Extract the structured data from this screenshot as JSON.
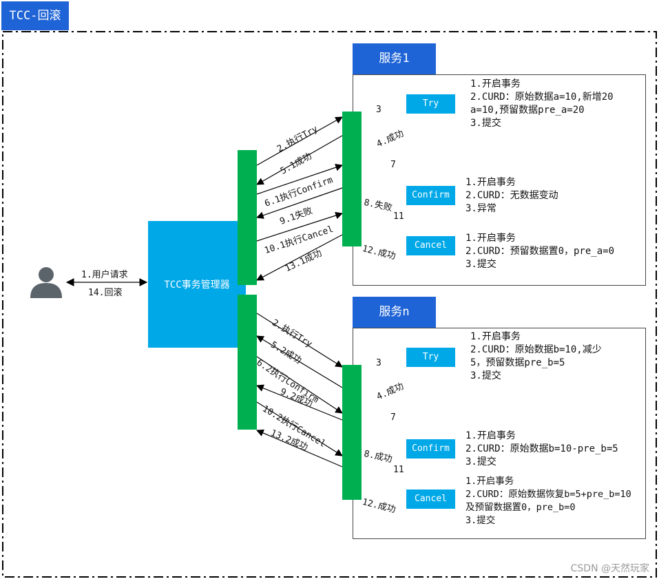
{
  "title": "TCC-回滚",
  "manager": {
    "label": "TCC事务管理器"
  },
  "user": {
    "request_label": "1.用户请求",
    "response_label": "14.回滚"
  },
  "services": [
    {
      "name": "服务1",
      "ops": [
        {
          "label": "Try",
          "notes": [
            "1.开启事务",
            "2.CURD：原始数据a=10,新增20",
            "a=10,预留数据pre_a=20",
            "3.提交"
          ]
        },
        {
          "label": "Confirm",
          "notes": [
            "1.开启事务",
            "2.CURD：无数据变动",
            "3.异常"
          ]
        },
        {
          "label": "Cancel",
          "notes": [
            "1.开启事务",
            "2.CURD：预留数据置0，pre_a=0",
            "3.提交"
          ]
        }
      ],
      "manager_arrows": [
        "2.执行Try",
        "5.1成功",
        "6.1执行Confirm",
        "9.1失败",
        "10.1执行Cancel",
        "13.1成功"
      ],
      "op_arrows": [
        "3",
        "4.成功",
        "7",
        "8.失败",
        "11",
        "12.成功"
      ]
    },
    {
      "name": "服务n",
      "ops": [
        {
          "label": "Try",
          "notes": [
            "1.开启事务",
            "2.CURD：原始数据b=10,减少",
            "5，预留数据pre_b=5",
            "3.提交"
          ]
        },
        {
          "label": "Confirm",
          "notes": [
            "1.开启事务",
            "2.CURD：原始数据b=10-pre_b=5",
            "3.提交"
          ]
        },
        {
          "label": "Cancel",
          "notes": [
            "1.开启事务",
            "2.CURD：原始数据恢复b=5+pre_b=10",
            "及预留数据置0，pre_b=0",
            "3.提交"
          ]
        }
      ],
      "manager_arrows": [
        "2.执行Try",
        "5.2成功",
        "6.2执行Confirm",
        "9.2成功",
        "10.2执行Cancel",
        "13.2成功"
      ],
      "op_arrows": [
        "3",
        "4.成功",
        "7",
        "8.成功",
        "11",
        "12.成功"
      ]
    }
  ],
  "watermark": "CSDN @天然玩家",
  "colors": {
    "accent_blue": "#1f64d6",
    "light_blue": "#00a8e8",
    "green": "#00b050"
  },
  "icons": [
    "user-icon"
  ]
}
